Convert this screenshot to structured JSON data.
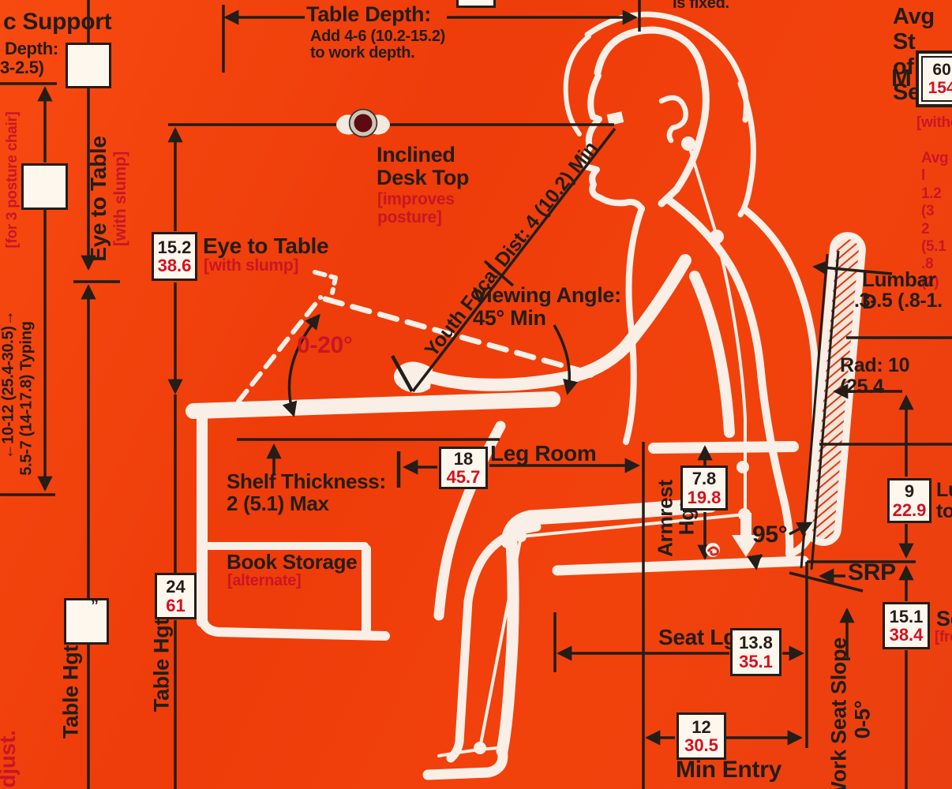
{
  "colors": {
    "background": "#f04009",
    "ink": "#241d18",
    "accent_red": "#c81625",
    "box_red": "#d5101e",
    "artwork_white": "#f9efe7",
    "grommet_dark_red": "#5e0a10"
  },
  "top_left": {
    "support": "c Support",
    "depth_label": "Depth:",
    "depth_range": "3-2.5)"
  },
  "table_depth": {
    "title": "Table Depth:",
    "line2": "Add 4-6 (10.2-15.2)",
    "line3": "to work depth."
  },
  "top_center": {
    "is_fixed": "is fixed."
  },
  "stature": {
    "heading": "Avg St\nof Seat",
    "m_label": "M",
    "box_in": "60.",
    "box_cm": "154.",
    "without_note": "[witho",
    "list": "Avg l\n1.2 (3\n2 (5.1\n.8 (2)"
  },
  "left_column": {
    "posture_chair": "[for 3 posture chair]",
    "range1": "←10-12 (25.4-30.5)→",
    "range2": "5.5-7 (14-17.8) Typing",
    "adjust": "djust."
  },
  "eye_to_table": {
    "label": "Eye to Table",
    "note": "[with slump]",
    "in": "15.2",
    "cm": "38.6"
  },
  "inclined_desk": {
    "label": "Inclined\nDesk Top",
    "note": "[improves\nposture]",
    "tilt_range": "0-20°"
  },
  "focal": {
    "label": "Youth Focal Dist: 4 (10.2) Min"
  },
  "viewing": {
    "label": "Viewing Angle:\n45° Min"
  },
  "desk": {
    "shelf": "Shelf Thickness:\n2 (5.1) Max",
    "book_storage": "Book Storage",
    "book_note": "[alternate]",
    "table_hgt_1": "Table Hgt",
    "table_hgt_2": "Table Hgt",
    "table_in": "24",
    "table_cm": "61",
    "ditto_mark": "”"
  },
  "leg_room": {
    "label": "Leg Room",
    "in": "18",
    "cm": "45.7"
  },
  "chair": {
    "armrest_line1": "Armrest",
    "armrest_line2": "Hgt",
    "armrest_in": "7.8",
    "armrest_cm": "19.8",
    "seat_back_angle": "95°",
    "srp": "SRP",
    "seat_lg": "Seat Lg",
    "seat_lg_in": "13.8",
    "seat_lg_cm": "35.1",
    "min_entry": "Min Entry",
    "min_entry_in": "12",
    "min_entry_cm": "30.5",
    "slope_line1": "Work Seat Slope",
    "slope_line2": "0-5°",
    "seat_hgt_in": "15.1",
    "seat_hgt_cm": "38.4",
    "seat_hgt_label": "Se",
    "seat_hgt_note": "[fro"
  },
  "lumbar": {
    "label_line1": "Lumbar D",
    "label_line2": ".3-.5 (.8-1.",
    "radius": "Rad: 10 (25.4",
    "hgt_in": "9",
    "hgt_cm": "22.9",
    "hgt_label": "Lu\nto"
  }
}
